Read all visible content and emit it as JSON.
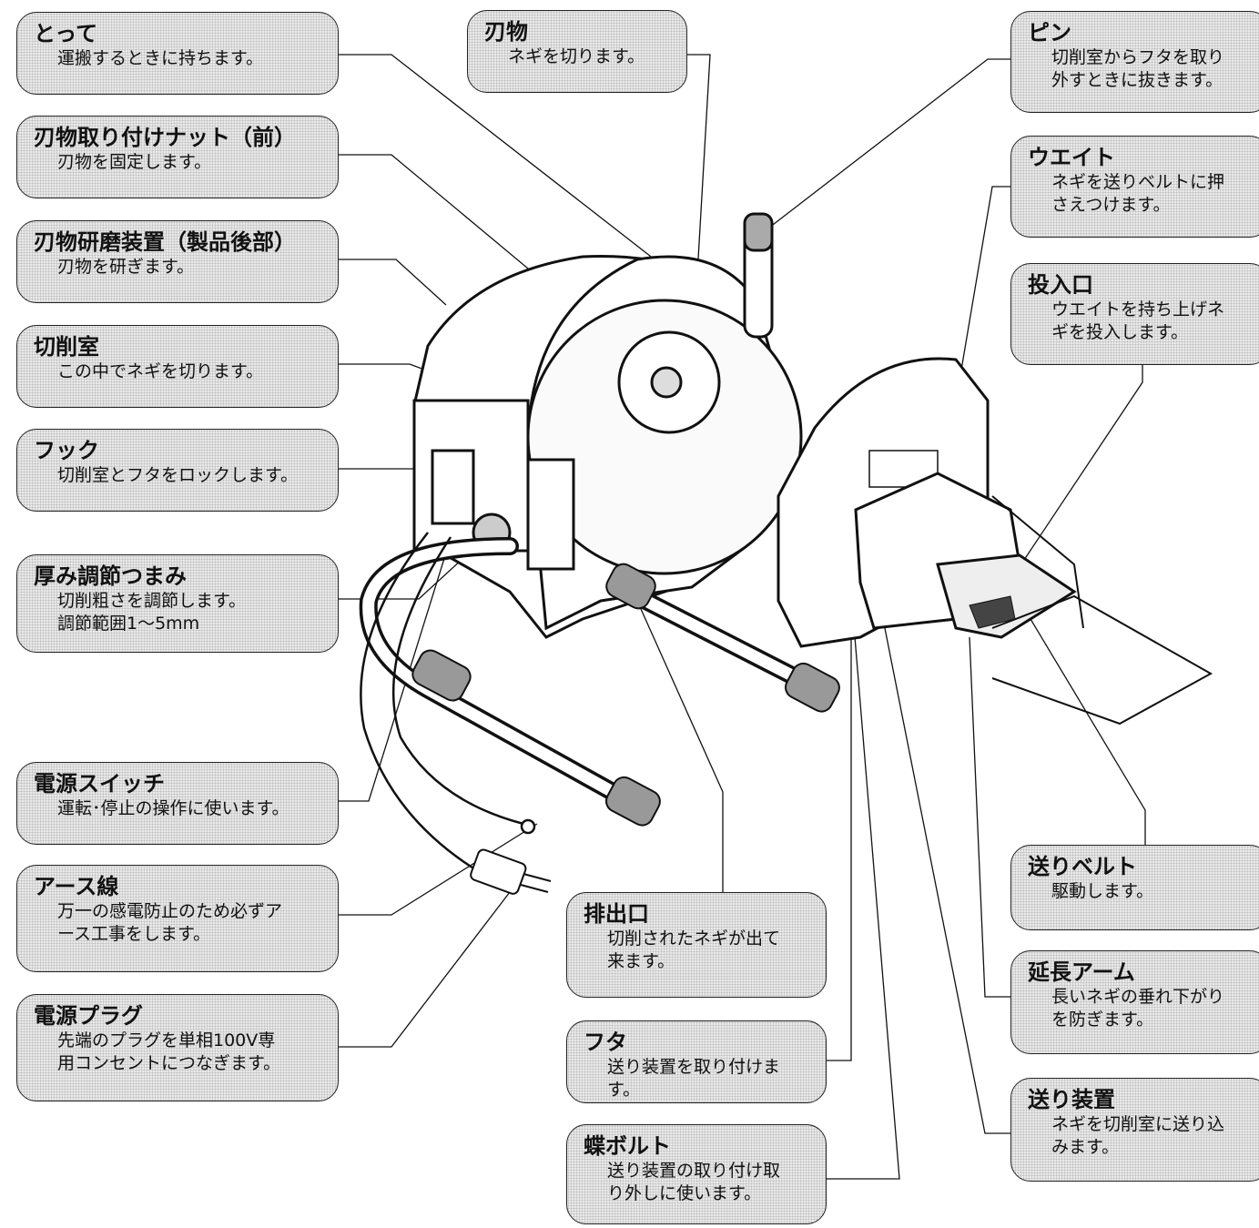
{
  "callouts": {
    "handle": {
      "title": "とって",
      "desc": "運搬するときに持ちます。"
    },
    "nut": {
      "title": "刃物取り付けナット（前）",
      "desc": "刃物を固定します。"
    },
    "sharpener": {
      "title": "刃物研磨装置（製品後部）",
      "desc": "刃物を研ぎます。"
    },
    "chamber": {
      "title": "切削室",
      "desc": "この中でネギを切ります。"
    },
    "hook": {
      "title": "フック",
      "desc": "切削室とフタをロックします。"
    },
    "thickness": {
      "title": "厚み調節つまみ",
      "desc": "切削粗さを調節します。\n調節範囲1～5mm"
    },
    "power_switch": {
      "title": "電源スイッチ",
      "desc": "運転･停止の操作に使います。"
    },
    "earth": {
      "title": "アース線",
      "desc": "万一の感電防止のため必ずア\nース工事をします。"
    },
    "plug": {
      "title": "電源プラグ",
      "desc": "先端のプラグを単相100V専\n用コンセントにつなぎます。"
    },
    "blade": {
      "title": "刃物",
      "desc": "ネギを切ります。"
    },
    "outlet": {
      "title": "排出口",
      "desc": "切削されたネギが出て\n来ます。"
    },
    "lid": {
      "title": "フタ",
      "desc": "送り装置を取り付けます。"
    },
    "wingbolt": {
      "title": "蝶ボルト",
      "desc": "送り装置の取り付け取\nり外しに使います。"
    },
    "pin": {
      "title": "ピン",
      "desc": "切削室からフタを取り\n外すときに抜きます。"
    },
    "weight": {
      "title": "ウエイト",
      "desc": "ネギを送りベルトに押\nさえつけます。"
    },
    "inlet": {
      "title": "投入口",
      "desc": "ウエイトを持ち上げネ\nギを投入します。"
    },
    "belt": {
      "title": "送りベルト",
      "desc": "駆動します。"
    },
    "arm": {
      "title": "延長アーム",
      "desc": "長いネギの垂れ下がり\nを防ぎます。"
    },
    "feeder": {
      "title": "送り装置",
      "desc": "ネギを切削室に送り込\nみます。"
    }
  }
}
